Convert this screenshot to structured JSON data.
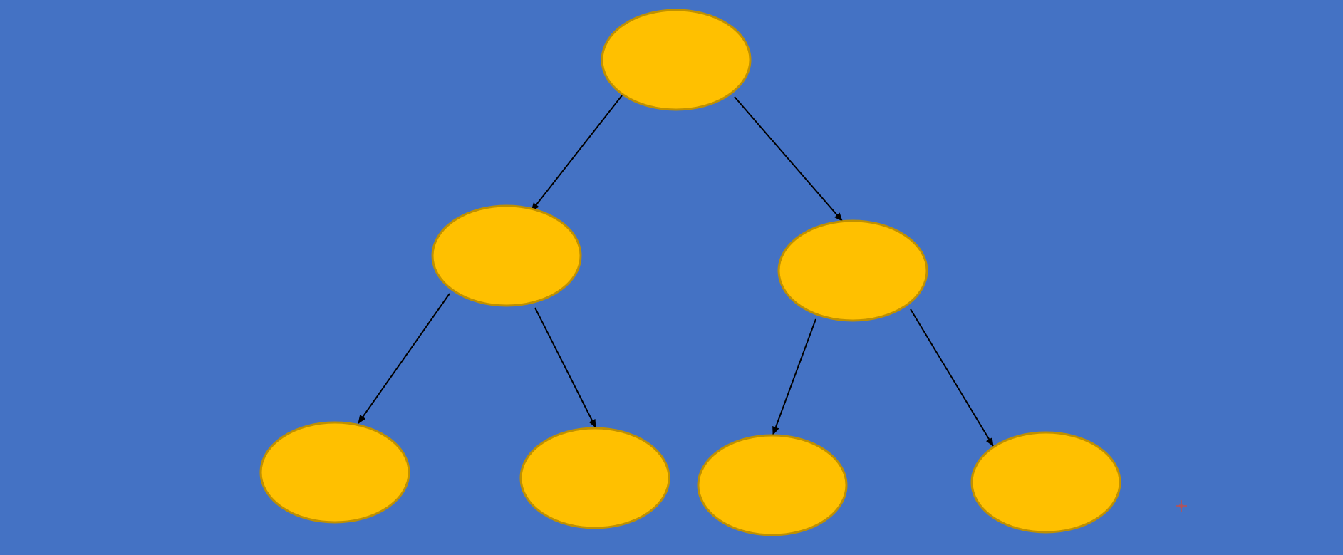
{
  "colors": {
    "background": "#4472C4",
    "node_fill": "#FFC000",
    "node_stroke": "#BF9000",
    "edge": "#000000",
    "cursor": "#C0504D"
  },
  "diagram": {
    "type": "binary-tree",
    "nodes": [
      {
        "id": "root",
        "label": ""
      },
      {
        "id": "left",
        "label": ""
      },
      {
        "id": "right",
        "label": ""
      },
      {
        "id": "left-left",
        "label": ""
      },
      {
        "id": "left-right",
        "label": ""
      },
      {
        "id": "right-left",
        "label": ""
      },
      {
        "id": "right-right",
        "label": ""
      }
    ],
    "edges": [
      {
        "from": "root",
        "to": "left"
      },
      {
        "from": "root",
        "to": "right"
      },
      {
        "from": "left",
        "to": "left-left"
      },
      {
        "from": "left",
        "to": "left-right"
      },
      {
        "from": "right",
        "to": "right-left"
      },
      {
        "from": "right",
        "to": "right-right"
      }
    ]
  }
}
